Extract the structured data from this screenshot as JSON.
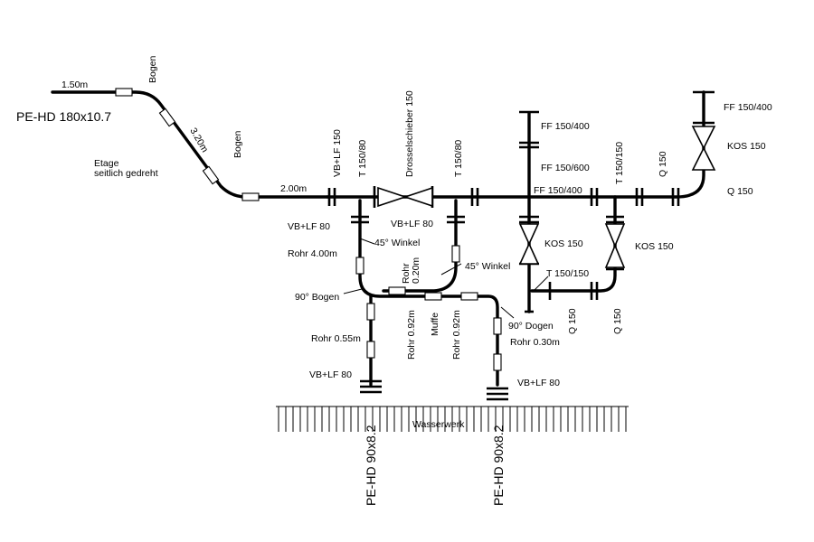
{
  "diagram": {
    "main_pipe": "PE-HD 180x10.7",
    "branch_pipe_left": "PE-HD 90x8.2",
    "branch_pipe_right": "PE-HD 90x8.2",
    "ground": "Wasserwerk",
    "labels": {
      "len_150": "1.50m",
      "bogen_1": "Bogen",
      "len_320": "3.20m",
      "bogen_2": "Bogen",
      "etage_1": "Etage",
      "etage_2": "seitlich gedreht",
      "len_200": "2.00m",
      "vblf150": "VB+LF 150",
      "t150_80_a": "T 150/80",
      "drossel": "Drosselschieber 150",
      "t150_80_b": "T 150/80",
      "vblf80_a": "VB+LF 80",
      "vblf80_b": "VB+LF 80",
      "winkel45_a": "45° Winkel",
      "rohr400": "Rohr 4.00m",
      "rohr020_a": "Rohr",
      "rohr020_b": "0.20m",
      "winkel45_b": "45° Winkel",
      "bogen90": "90° Bogen",
      "rohr092_a": "Rohr 0.92m",
      "muffe": "Muffe",
      "rohr092_b": "Rohr 0.92m",
      "dogen90": "90° Dogen",
      "rohr030": "Rohr 0.30m",
      "rohr055": "Rohr 0.55m",
      "vblf80_c": "VB+LF 80",
      "vblf80_d": "VB+LF 80",
      "ff150_400_top": "FF 150/400",
      "ff150_600": "FF 150/600",
      "ff150_400_mid": "FF 150/400",
      "kos150_a": "KOS 150",
      "t150_150_a": "T 150/150",
      "kos150_b": "KOS 150",
      "t150_150_b": "T 150/150",
      "q150_a": "Q 150",
      "q150_b": "Q 150",
      "q150_c": "Q 150",
      "ff150_400_right": "FF 150/400",
      "kos150_c": "KOS 150",
      "q150_d": "Q 150"
    }
  }
}
